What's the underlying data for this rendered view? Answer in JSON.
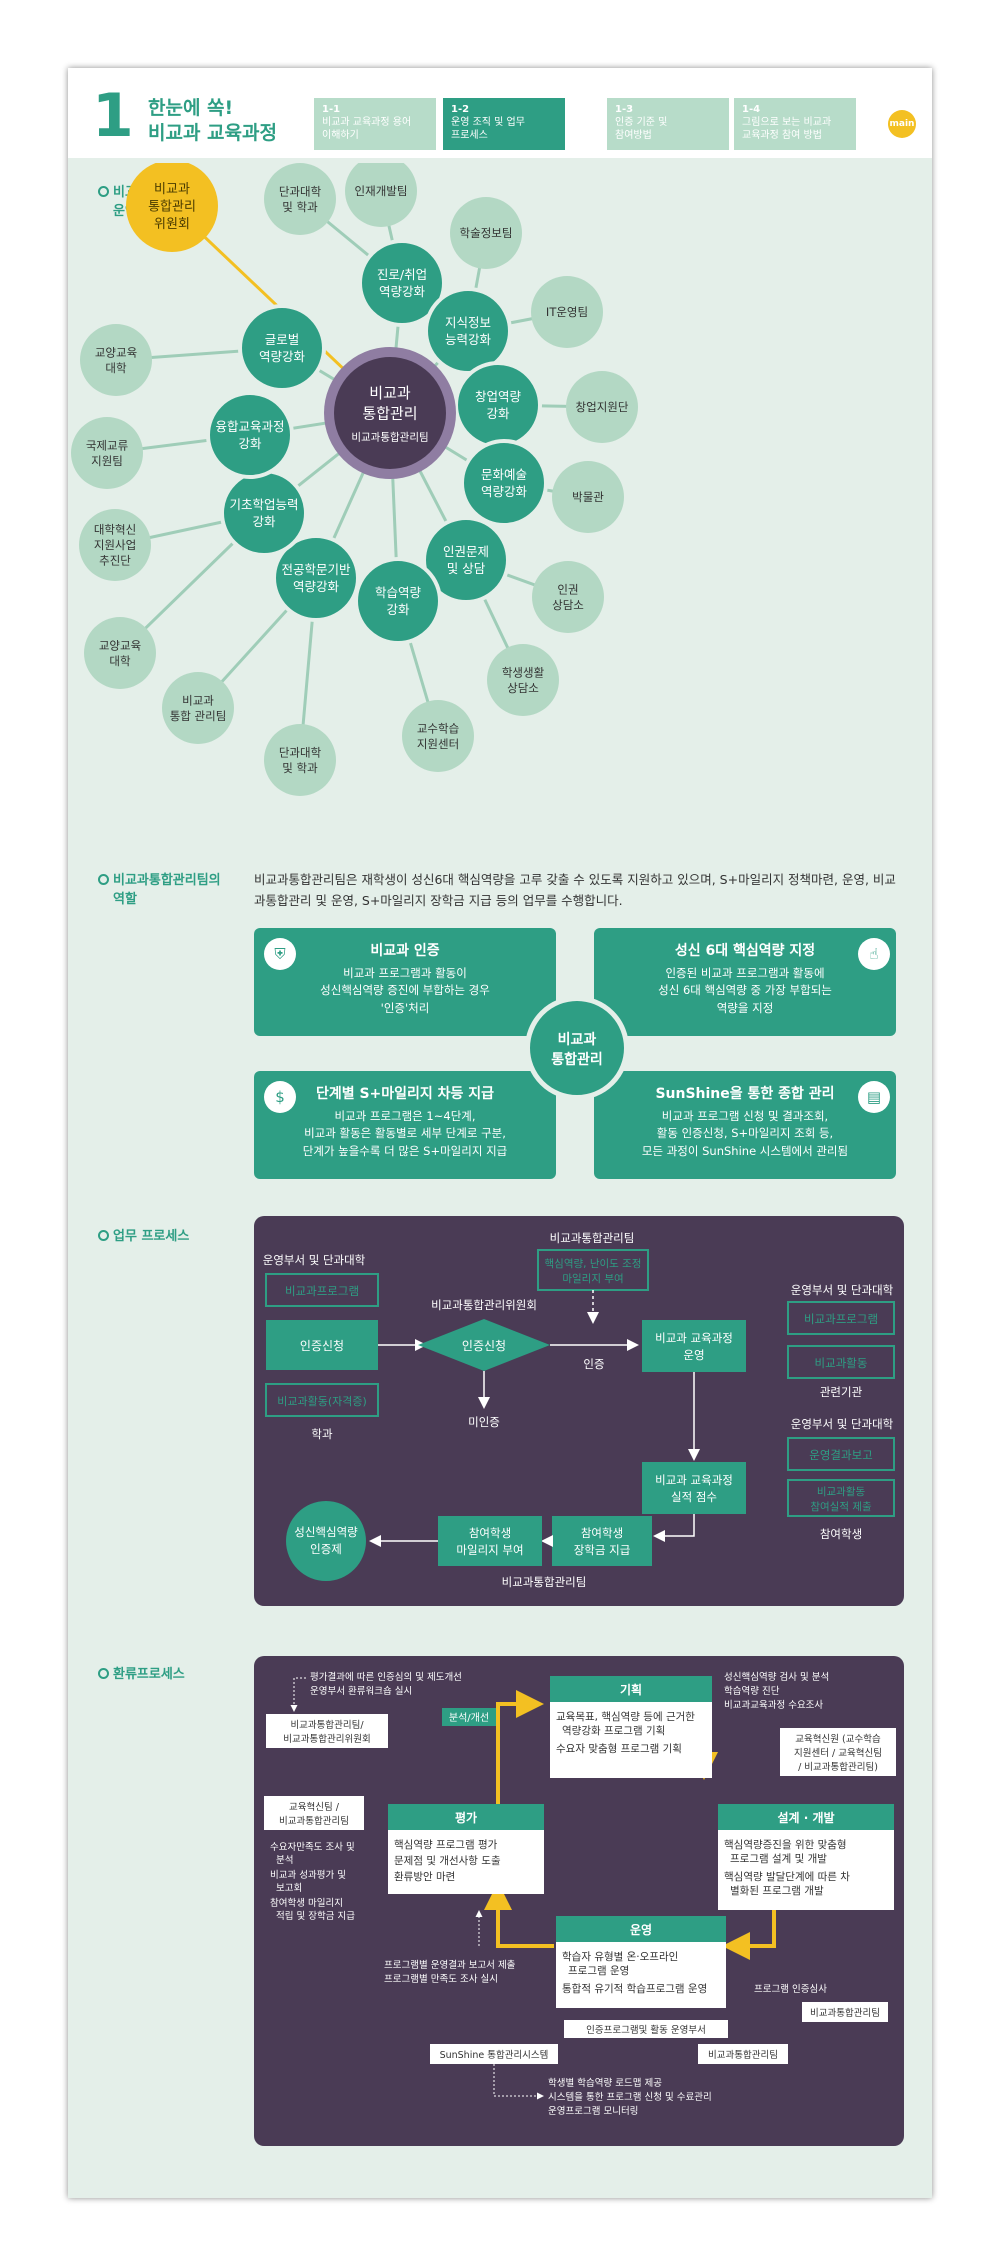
{
  "header": {
    "num": "1",
    "title1": "한눈에 쏙!",
    "title2": "비교과 교육과정",
    "tabs": [
      {
        "n": "1-1",
        "l1": "비교과 교육과정 용어",
        "l2": "이해하기"
      },
      {
        "n": "1-2",
        "l1": "운영 조직 및 업무",
        "l2": "프로세스"
      },
      {
        "n": "1-3",
        "l1": "인증 기준 및",
        "l2": "참여방법"
      },
      {
        "n": "1-4",
        "l1": "그림으로 보는 비교과",
        "l2": "교육과정 참여 방법"
      }
    ],
    "main": "main"
  },
  "sections": {
    "org1": "비교과 교육과정",
    "org2": "운영조직",
    "role1": "비교과통합관리팀의",
    "role2": "역할",
    "proc": "업무 프로세스",
    "feed": "환류프로세스"
  },
  "org": {
    "center": [
      "비교과",
      "통합관리",
      "비교과통합관리팀"
    ],
    "committee": [
      "비교과",
      "통합관리",
      "위원회"
    ],
    "inner": [
      [
        "진로/취업",
        "역량강화"
      ],
      [
        "지식정보",
        "능력강화"
      ],
      [
        "창업역량",
        "강화"
      ],
      [
        "문화예술",
        "역량강화"
      ],
      [
        "인권문제",
        "및 상담"
      ],
      [
        "학습역량",
        "강화"
      ],
      [
        "전공학문기반",
        "역량강화"
      ],
      [
        "기초학업능력",
        "강화"
      ],
      [
        "융합교육과정",
        "강화"
      ],
      [
        "글로벌",
        "역량강화"
      ]
    ],
    "outer": [
      [
        "단과대학",
        "및 학과"
      ],
      [
        "인재개발팀"
      ],
      [
        "학술정보팀"
      ],
      [
        "IT운영팀"
      ],
      [
        "창업지원단"
      ],
      [
        "박물관"
      ],
      [
        "인권",
        "상담소"
      ],
      [
        "학생생활",
        "상담소"
      ],
      [
        "교수학습",
        "지원센터"
      ],
      [
        "단과대학",
        "및 학과"
      ],
      [
        "비교과",
        "통합 관리팀"
      ],
      [
        "교양교육",
        "대학"
      ],
      [
        "대학혁신",
        "지원사업",
        "추진단"
      ],
      [
        "국제교류",
        "지원팀"
      ],
      [
        "교양교육",
        "대학"
      ]
    ]
  },
  "role": {
    "desc": "비교과통합관리팀은 재학생이 성신6대 핵심역량을 고루 갖출 수 있도록 지원하고 있으며, S+마일리지 정책마련, 운영, 비교과통합관리 및 운영, S+마일리지 장학금 지급 등의 업무를 수행합니다.",
    "center": [
      "비교과",
      "통합관리"
    ],
    "boxes": [
      {
        "title": "비교과 인증",
        "lines": [
          "비교과 프로그램과 활동이",
          "성신핵심역량 증진에 부합하는 경우",
          "'인증'처리"
        ],
        "icon": "shield-icon"
      },
      {
        "title": "성신 6대 핵심역량 지정",
        "lines": [
          "인증된 비교과 프로그램과 활동에",
          "성신 6대 핵심역량 중 가장 부합되는",
          "역량을 지정"
        ],
        "icon": "hand-pointer-icon"
      },
      {
        "title": "단계별 S+마일리지 차등 지급",
        "lines": [
          "비교과 프로그램은 1~4단계,",
          "비교과 활동은 활동별로 세부 단계로 구분,",
          "단계가 높을수록 더 많은 S+마일리지 지급"
        ],
        "icon": "coin-icon"
      },
      {
        "title": "SunShine을 통한 종합 관리",
        "lines": [
          "비교과 프로그램 신청 및 결과조회,",
          "활동 인증신청, S+마일리지 조회 등,",
          "모든 과정이 SunShine 시스템에서 관리됨"
        ],
        "icon": "document-icon"
      }
    ]
  },
  "process": {
    "dept1": "운영부서 및 단과대학",
    "prog1": "비교과프로그램",
    "apply": "인증신청",
    "activity": "비교과활동(자격증)",
    "dept": "학과",
    "committee": "비교과통합관리위원회",
    "decision": "인증신청",
    "reject": "미인증",
    "approve": "인증",
    "team_top": "비교과통합관리팀",
    "team_box": [
      "핵심역량, 난이도 조정",
      "마일리지 부여"
    ],
    "run": [
      "비교과 교육과정",
      "운영"
    ],
    "dept2": "운영부서 및 단과대학",
    "prog2": "비교과프로그램",
    "act2": "비교과활동",
    "org_rel": "관련기관",
    "dept3": "운영부서 및 단과대학",
    "report": "운영결과보고",
    "act3": [
      "비교과활동",
      "참여실적 제출"
    ],
    "check": [
      "비교과 교육과정",
      "실적 점수"
    ],
    "student": "참여학생",
    "scholar": [
      "참여학생",
      "장학금 지급"
    ],
    "mileage": [
      "참여학생",
      "마일리지 부여"
    ],
    "certified": [
      "성신핵심역량",
      "인증제"
    ],
    "team_bottom": "비교과통합관리팀"
  },
  "feedback": {
    "plan": "기획",
    "plan_items": [
      "교육목표, 핵심역량 등에 근거한",
      "역량강화 프로그램 기획",
      "수요자 맞춤형 프로그램 기획"
    ],
    "design": "설계 · 개발",
    "design_items": [
      "핵심역량증진을 위한 맞춤형",
      "프로그램 설계 및 개발",
      "핵심역량 발달단계에 따른 차",
      "별화된 프로그램 개발"
    ],
    "operate": "운영",
    "operate_items": [
      "학습자 유형별 온·오프라인",
      "프로그램 운영",
      "통합적 유기적 학습프로그램 운영"
    ],
    "evaluate": "평가",
    "evaluate_items": [
      "핵심역량 프로그램 평가",
      "문제점 및 개선사항 도출",
      "환류방안 마련"
    ],
    "analysis": "분석/개선",
    "top_left": [
      "평가결과에 따른 인증심의 및 제도개선",
      "운영부서 환류워크숍 실시"
    ],
    "top_left_box": [
      "비교과통합관리팀/",
      "비교과통합관리위원회"
    ],
    "top_right": [
      "성신핵심역량 검사 및 분석",
      "학습역량 진단",
      "비교과교육과정 수요조사"
    ],
    "right_box": [
      "교육혁신원 (교수학습",
      "지원센터 / 교육혁신팀",
      "/ 비교과통합관리팀)"
    ],
    "left_box": [
      "교육혁신팀 /",
      "비교과통합관리팀"
    ],
    "left_list": [
      "수요자만족도 조사 및",
      "분석",
      "비교과 성과평가 및",
      "보고회",
      "참여학생 마일리지",
      "적립 및 장학금 지급"
    ],
    "bottom_left": [
      "프로그램별 운영결과 보고서 제출",
      "프로그램별 만족도 조사 실시"
    ],
    "right_cert": "프로그램 인증심사",
    "right_cert_box": "비교과통합관리팀",
    "cert_dept": "인증프로그램및 활동 운영부서",
    "sunshine": "SunShine 통합관리시스템",
    "team": "비교과통합관리팀",
    "bottom_list": [
      "학생별 학습역량 로드맵 제공",
      "시스템을 통한 프로그램 신청 및 수료관리",
      "운영프로그램 모니터링"
    ]
  }
}
